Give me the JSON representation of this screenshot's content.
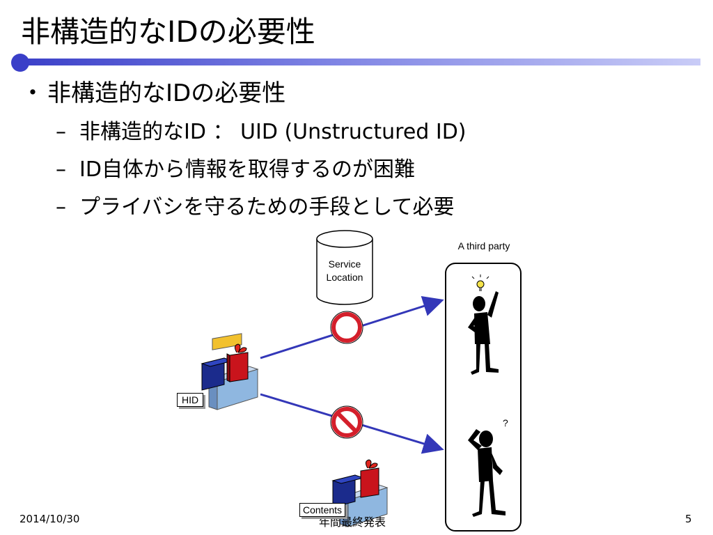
{
  "slide": {
    "title": "非構造的なIDの必要性",
    "bullet": "非構造的なIDの必要性",
    "bullet_marker": "・",
    "sub_marker": "–",
    "sub_bullets": [
      "非構造的なID ： UID (Unstructured ID)",
      "ID自体から情報を取得するのが困難",
      "プライバシを守るための手段として必要"
    ],
    "accent_color": "#3a3fc8"
  },
  "diagram": {
    "database_label": "Service\nLocation",
    "third_party_label": "A third party",
    "hid_label": "HID",
    "contents_label": "Contents",
    "icons": [
      "database-icon",
      "prohibited-icon",
      "prohibited-icon",
      "gift-boxes-icon",
      "gift-boxes-icon",
      "thinking-person-icon",
      "confused-person-icon",
      "lightbulb-icon"
    ]
  },
  "footer": {
    "date": "2014/10/30",
    "center": "年間最終発表",
    "page": "5"
  }
}
